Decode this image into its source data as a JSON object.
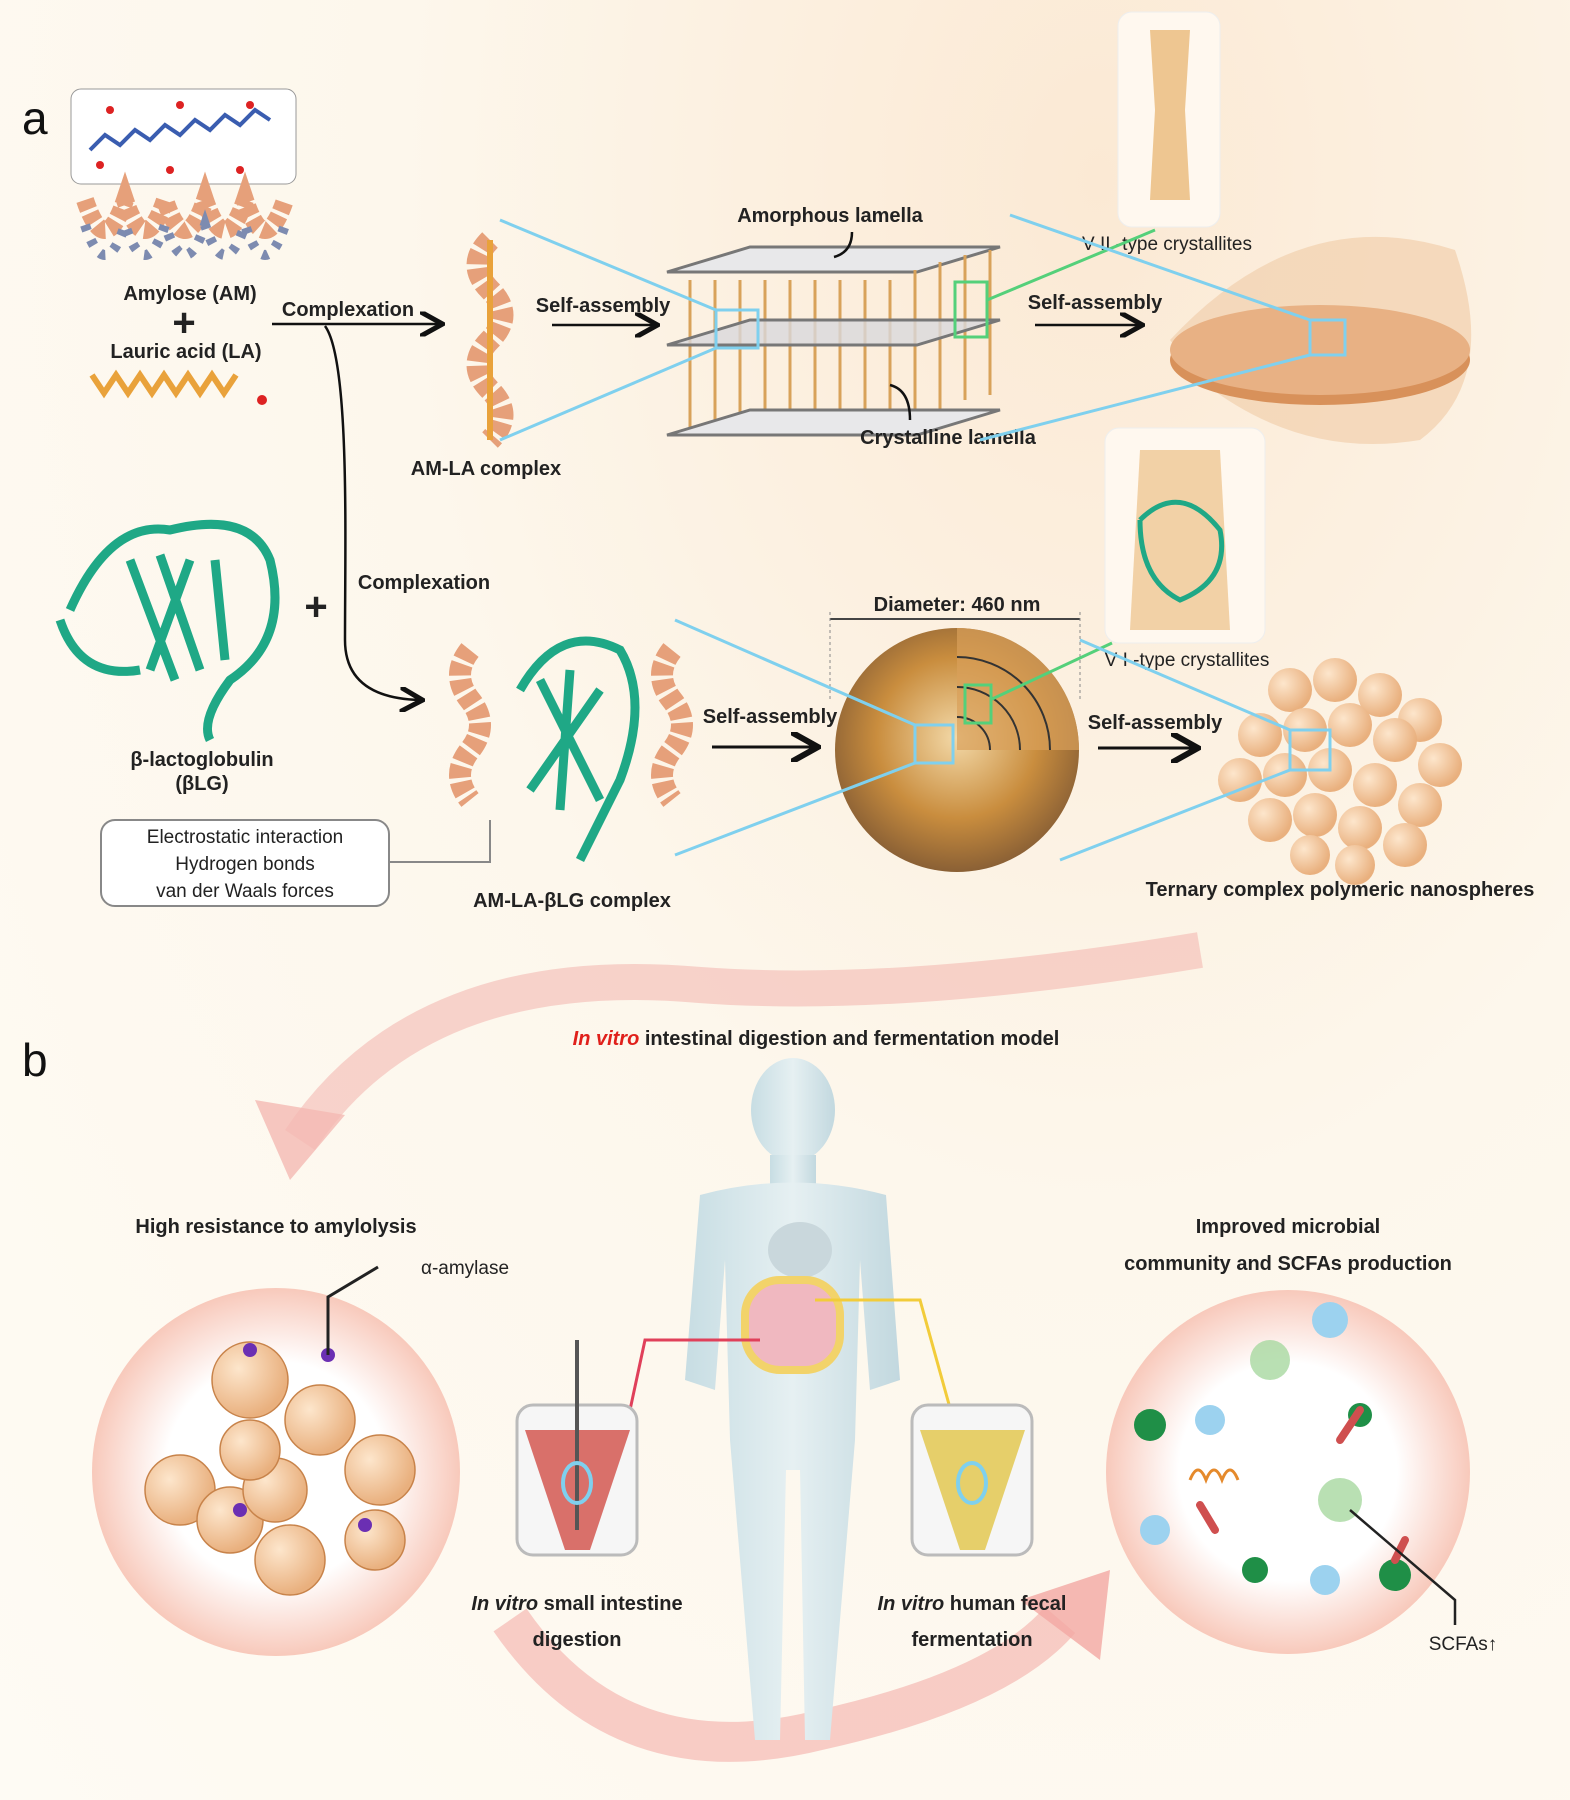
{
  "panel_a": {
    "letter": "a",
    "amylose_label": "Amylose (AM)",
    "plus": "+",
    "lauric_label": "Lauric acid (LA)",
    "complexation_1": "Complexation",
    "am_la_complex": "AM-LA complex",
    "self_assembly_1": "Self-assembly",
    "amorphous_lamella": "Amorphous lamella",
    "crystalline_lamella": "Crystalline lamella",
    "vii_crystallites": "V II -type crystallites",
    "self_assembly_2": "Self-assembly",
    "complexation_2": "Complexation",
    "blg_label_1": "β-lactoglobulin",
    "blg_label_2": "(βLG)",
    "plus_2": "+",
    "interactions": [
      "Electrostatic interaction",
      "Hydrogen bonds",
      "van der Waals forces"
    ],
    "ternary_complex": "AM-LA-βLG complex",
    "diameter": "Diameter: 460 nm",
    "vi_crystallites": "V I -type crystallites",
    "self_assembly_3": "Self-assembly",
    "self_assembly_4": "Self-assembly",
    "nanospheres": "Ternary complex polymeric nanospheres"
  },
  "panel_b": {
    "letter": "b",
    "model_title_italic": "In vitro",
    "model_title_rest": " intestinal digestion and fermentation model",
    "resistance": "High resistance to amylolysis",
    "amylase": "α-amylase",
    "microbial_1": "Improved microbial",
    "microbial_2": "community and SCFAs production",
    "digestion_italic": "In vitro",
    "digestion_rest": " small intestine",
    "digestion_2": "digestion",
    "fermentation_italic": "In vitro",
    "fermentation_rest": " human fecal",
    "fermentation_2": "fermentation",
    "scfas": "SCFAs↑"
  },
  "colors": {
    "protein_green": "#1fa886",
    "starch_orange": "#e6a24c",
    "highlight_blue": "#7fd0ee",
    "arrow_pink": "#f2a7a3",
    "italic_red": "#e0201b",
    "digestion_red": "#d9706a",
    "fermentation_yellow": "#e6cf6a"
  }
}
